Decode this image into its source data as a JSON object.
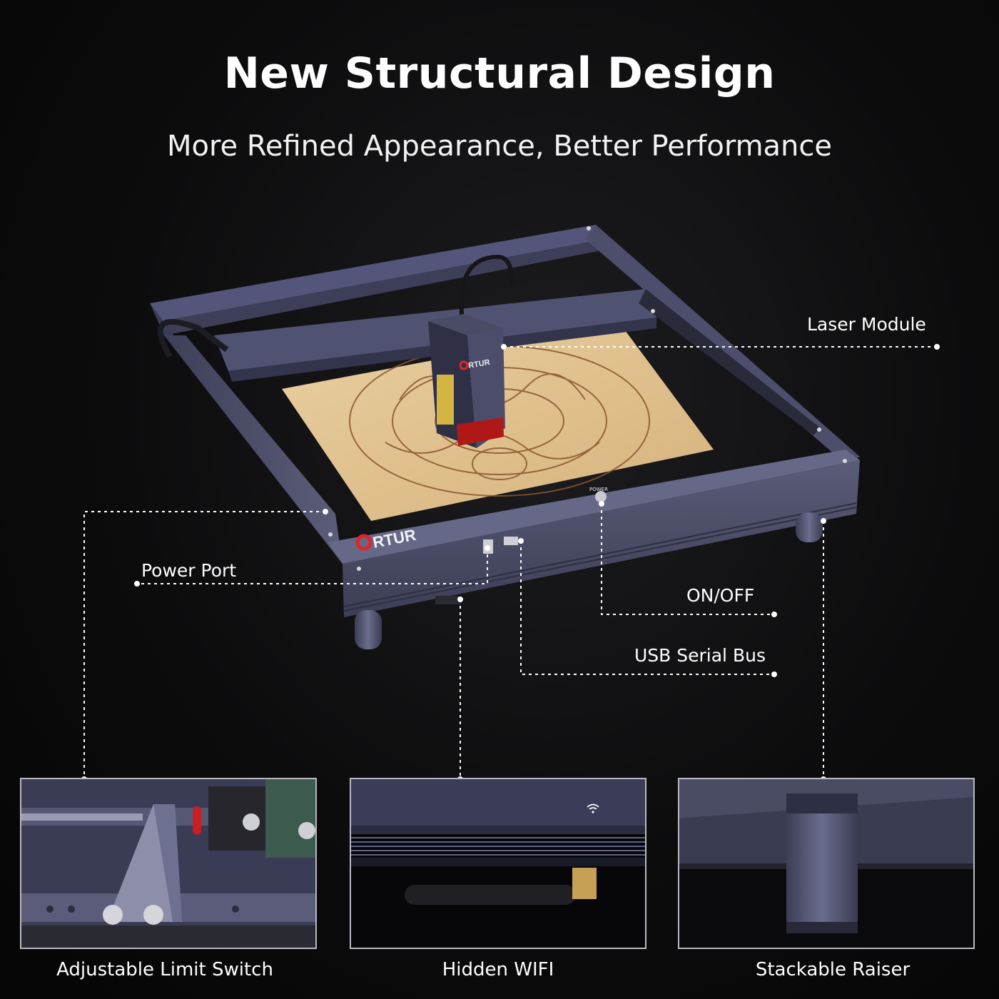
{
  "header": {
    "title": "New Structural Design",
    "subtitle": "More Refined Appearance, Better Performance"
  },
  "brand": {
    "logo_text": "ORTUR",
    "accent_color": "#e0242a",
    "frame_color": "#4a4c66"
  },
  "callouts": {
    "laser_module": "Laser Module",
    "power_port": "Power Port",
    "on_off": "ON/OFF",
    "usb": "USB Serial Bus"
  },
  "device_labels": {
    "power_button": "POWER"
  },
  "details": [
    {
      "caption": "Adjustable Limit Switch",
      "icon": "limit-switch"
    },
    {
      "caption": "Hidden WIFI",
      "icon": "wifi-icon"
    },
    {
      "caption": "Stackable Raiser",
      "icon": "raiser-foot"
    }
  ]
}
